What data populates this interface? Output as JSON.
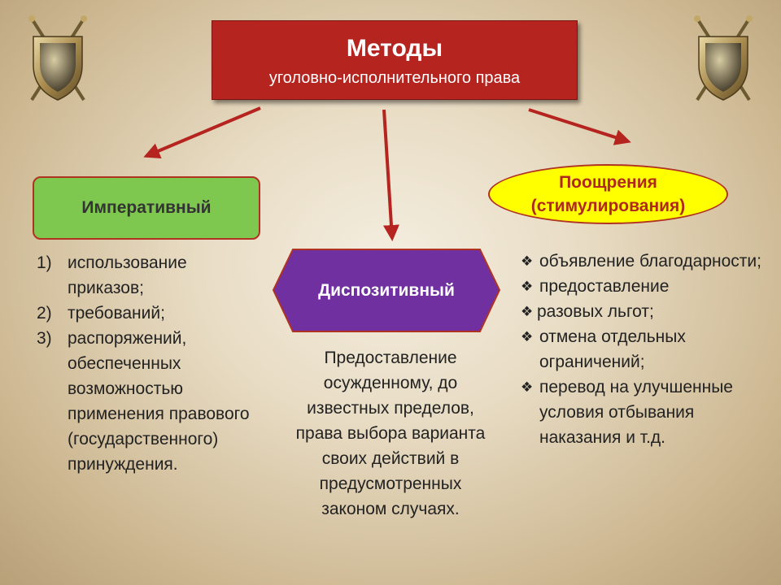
{
  "title": {
    "main": "Методы",
    "sub": "уголовно-исполнительного права"
  },
  "imperative": {
    "label": "Императивный",
    "items": [
      {
        "num": "1)",
        "text": "использование приказов;"
      },
      {
        "num": "2)",
        "text": "требований;"
      },
      {
        "num": "3)",
        "text": "распоряжений, обеспеченных возможностью применения правового (государственного) принуждения."
      }
    ]
  },
  "dispositive": {
    "label": "Диспозитивный",
    "text": "Предоставление осужденному, до известных пределов, права выбора варианта своих действий в предусмотренных законом случаях."
  },
  "incentive": {
    "label_line1": "Поощрения",
    "label_line2": "(стимулирования)",
    "items": [
      {
        "text": "объявление благодарности;",
        "bullet": true
      },
      {
        "text": "предоставление",
        "bullet": true
      },
      {
        "text": "разовых льгот;",
        "bullet": true
      },
      {
        "text": "отмена отдельных ограничений;",
        "bullet": true
      },
      {
        "text": "перевод на улучшенные условия отбывания наказания и т.д.",
        "bullet": true
      }
    ]
  },
  "colors": {
    "title_fill": "#b5241f",
    "imperative_fill": "#7ec84f",
    "dispositive_fill": "#7030a0",
    "incentive_fill": "#ffff00",
    "incentive_text": "#b0281c",
    "arrow": "#b5241f"
  },
  "icons": [
    "shield-emblem-icon",
    "shield-emblem-icon",
    "diamond-bullet-icon"
  ]
}
